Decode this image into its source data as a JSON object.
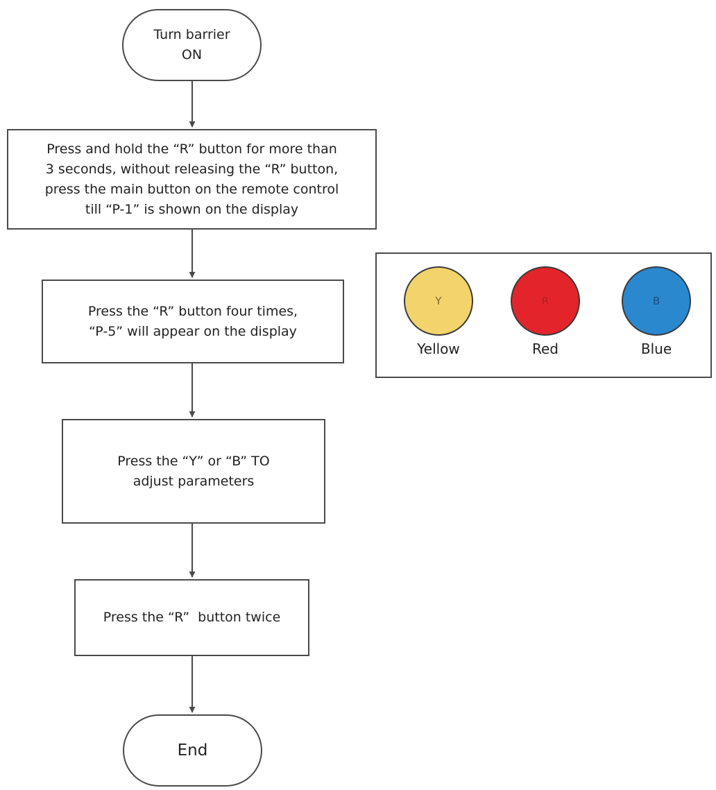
{
  "flowchart": {
    "start": [
      "Turn barrier",
      "ON"
    ],
    "steps": [
      [
        "Press and hold the “R” button for more than",
        "3 seconds, without releasing the “R” button,",
        "press the main button on the remote control",
        "till “P-1” is shown on the display"
      ],
      [
        "Press the “R” button four times,",
        "“P-5” will appear on the display"
      ],
      [
        "Press the “Y” or “B” TO",
        "adjust parameters"
      ],
      [
        "Press the “R”  button twice"
      ]
    ],
    "end": [
      "End"
    ]
  },
  "legend": {
    "items": [
      {
        "letter": "Y",
        "label": "Yellow",
        "color": "#f3d36b"
      },
      {
        "letter": "R",
        "label": "Red",
        "color": "#e3252b"
      },
      {
        "letter": "B",
        "label": "Blue",
        "color": "#2a88cf"
      }
    ]
  },
  "colors": {
    "stroke": "#4a4a4a",
    "letter_on_red": "#b01e24",
    "letter_on_blue": "#1b4f7a",
    "letter_on_yellow": "#7a6a3a"
  }
}
